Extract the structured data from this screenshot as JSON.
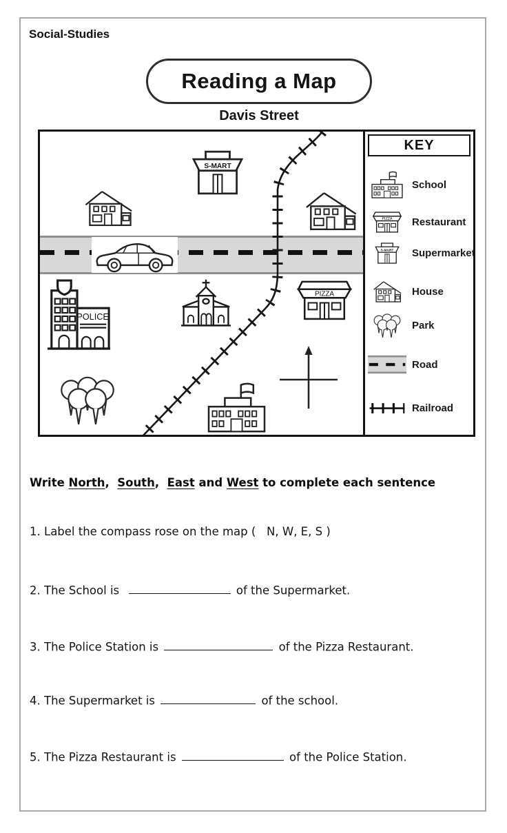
{
  "page": {
    "subject_label": "Social-Studies",
    "title": "Reading a Map",
    "subtitle": "Davis Street"
  },
  "map": {
    "signs": {
      "supermarket": "S-MART",
      "police": "POLICE",
      "pizza": "PIZZA"
    }
  },
  "key": {
    "title": "KEY",
    "items": [
      {
        "icon": "school",
        "label": "School"
      },
      {
        "icon": "restaurant",
        "label": "Restaurant"
      },
      {
        "icon": "supermarket",
        "label": "Supermarket"
      },
      {
        "icon": "house",
        "label": "House"
      },
      {
        "icon": "park",
        "label": "Park"
      },
      {
        "icon": "road",
        "label": "Road"
      },
      {
        "icon": "railroad",
        "label": "Railroad"
      }
    ]
  },
  "worksheet": {
    "instruction_segments": [
      {
        "text": "Write ",
        "underline": false
      },
      {
        "text": "North",
        "underline": true
      },
      {
        "text": ",  ",
        "underline": false
      },
      {
        "text": "South",
        "underline": true
      },
      {
        "text": ",  ",
        "underline": false
      },
      {
        "text": "East",
        "underline": true
      },
      {
        "text": " and ",
        "underline": false
      },
      {
        "text": "West",
        "underline": true
      },
      {
        "text": " to complete each sentence",
        "underline": false
      }
    ],
    "questions": [
      {
        "number": "1.",
        "before": "Label the compass rose on the map (   N, W, E, S )",
        "has_blank": false,
        "after": ""
      },
      {
        "number": "2.",
        "before": "The School is  ",
        "has_blank": true,
        "after": " of the Supermarket."
      },
      {
        "number": "3.",
        "before": "The Police Station is ",
        "has_blank": true,
        "after": " of the Pizza Restaurant."
      },
      {
        "number": "4.",
        "before": "The Supermarket is ",
        "has_blank": true,
        "after": " of the school."
      },
      {
        "number": "5.",
        "before": "The Pizza Restaurant is ",
        "has_blank": true,
        "after": " of the Police Station."
      }
    ]
  },
  "colors": {
    "road_fill": "#d8d8d8",
    "road_edge": "#8f8f8f",
    "ink": "#141414",
    "page_border": "#a9a9a9"
  }
}
